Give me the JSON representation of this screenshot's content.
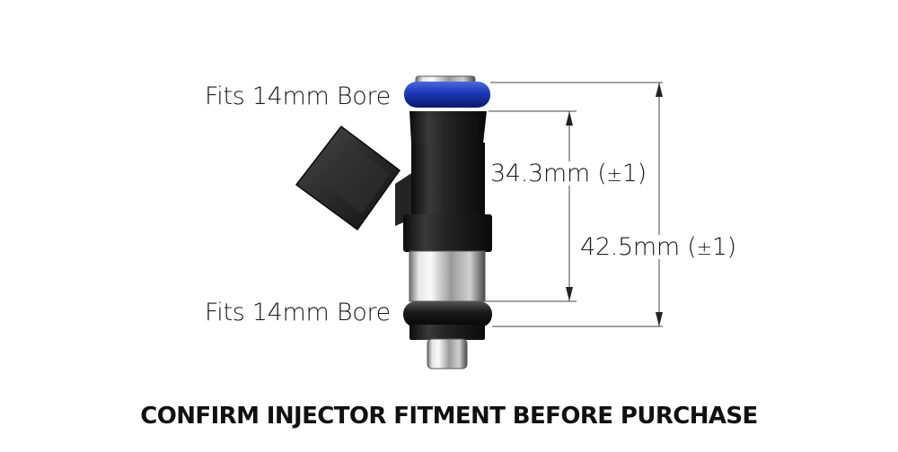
{
  "labels": {
    "top_bore": "Fits 14mm Bore",
    "bottom_bore": "Fits 14mm Bore",
    "dim_inner_value": "34.3mm",
    "dim_outer_value": "42.5mm",
    "tolerance_open": "(",
    "tolerance_symbol": "±",
    "tolerance_value": "1",
    "tolerance_close": ")"
  },
  "footer": {
    "notice": "CONFIRM INJECTOR FITMENT BEFORE PURCHASE"
  },
  "colors": {
    "oring_top": "#1b37b8",
    "oring_bottom": "#1a1a1a",
    "body": "#1e1e1e",
    "dimension_line": "#333333"
  }
}
